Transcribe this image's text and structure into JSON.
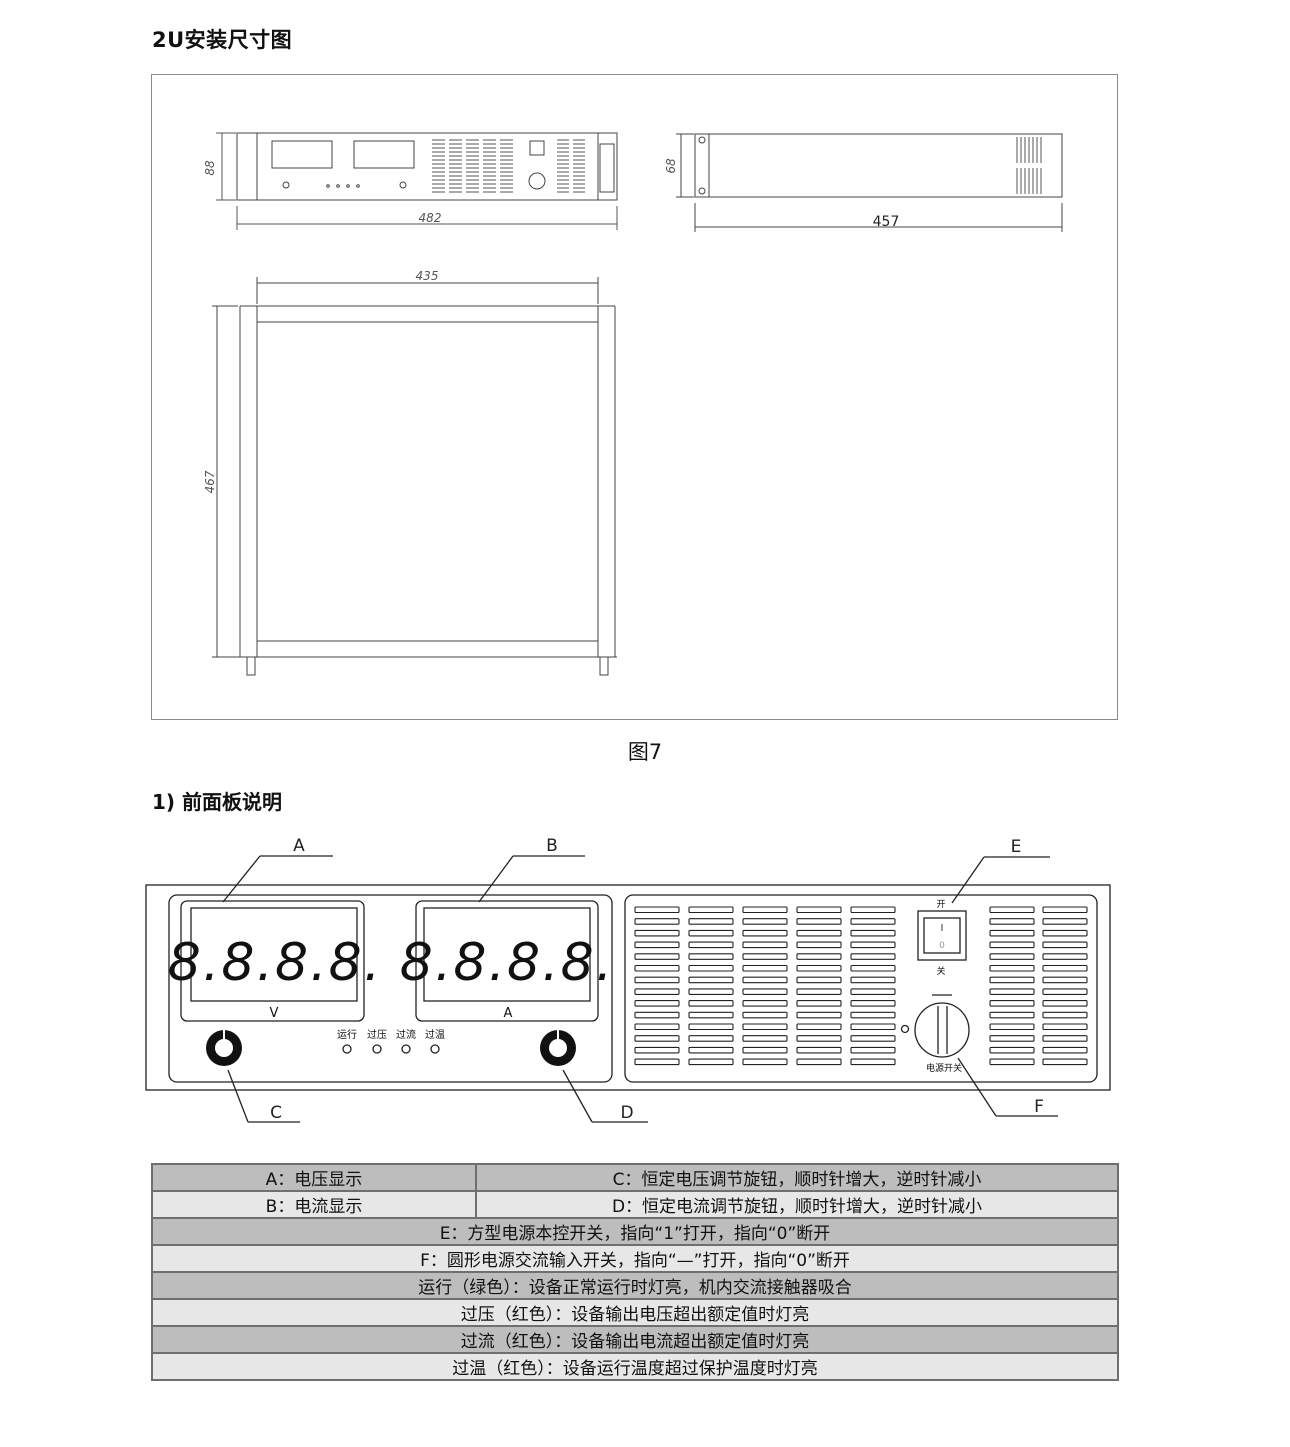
{
  "page": {
    "section_title": "2U安装尺寸图",
    "figure_caption": "图7",
    "front_panel_title": "1) 前面板说明"
  },
  "drawing": {
    "front_height": "88",
    "front_width": "482",
    "side_height": "68",
    "side_depth": "457",
    "top_width": "435",
    "top_depth": "467"
  },
  "front_panel": {
    "callouts": [
      "A",
      "B",
      "C",
      "D",
      "E",
      "F"
    ],
    "meter_digits": "8.8.8.8.",
    "voltage_unit": "V",
    "current_unit": "A",
    "indicators": [
      "运行",
      "过压",
      "过流",
      "过温"
    ],
    "switch_on": "开",
    "switch_off": "关",
    "switch_one": "I",
    "switch_zero": "0",
    "rotary_label": "电源开关"
  },
  "legend": {
    "row1_left": "A：电压显示",
    "row1_right": "C：恒定电压调节旋钮，顺时针增大，逆时针减小",
    "row2_left": "B：电流显示",
    "row2_right": "D：恒定电流调节旋钮，顺时针增大，逆时针减小",
    "row3": "E：方型电源本控开关，指向“1”打开，指向“0”断开",
    "row4": "F：圆形电源交流输入开关，指向“—”打开，指向“0”断开",
    "row5": "运行（绿色）：设备正常运行时灯亮，机内交流接触器吸合",
    "row6": "过压（红色）：设备输出电压超出额定值时灯亮",
    "row7": "过流（红色）：设备输出电流超出额定值时灯亮",
    "row8": "过温（红色）：设备运行温度超过保护温度时灯亮"
  }
}
